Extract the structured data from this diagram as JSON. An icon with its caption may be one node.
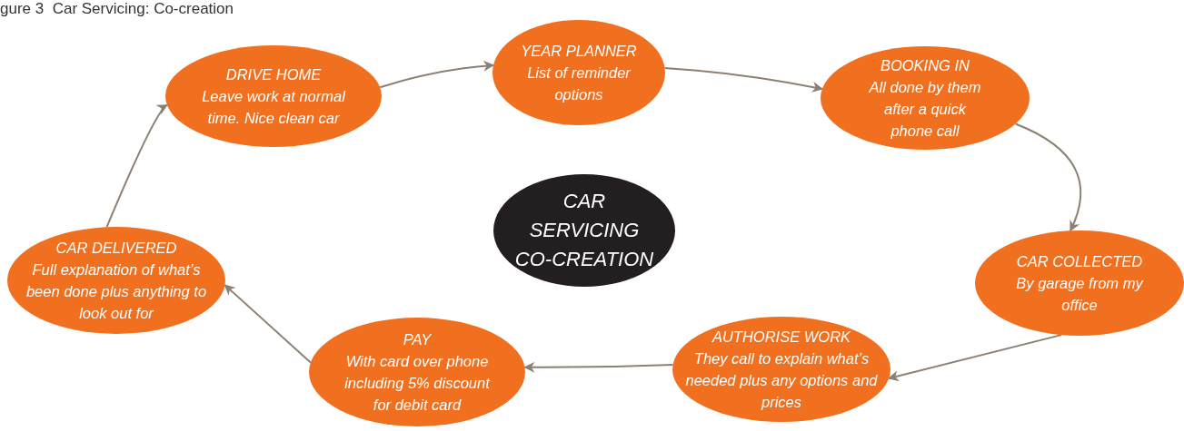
{
  "diagram": {
    "title": "gure 3  Car Servicing: Co-creation",
    "nodes": [
      {
        "text": [
          "YEAR PLANNER",
          "List of reminder options"
        ]
      },
      {
        "text": [
          "BOOKING IN",
          "All done by them after a quick phone call"
        ]
      },
      {
        "text": [
          "CAR COLLECTED",
          "By garage from my office"
        ]
      },
      {
        "text": [
          "AUTHORISE WORK",
          "They call to explain what’s needed plus any options and prices"
        ]
      },
      {
        "text": [
          "PAY",
          "With card over phone including 5% discount for debit card"
        ]
      },
      {
        "text": [
          "CAR DELIVERED",
          "Full explanation of what’s been done plus anything to look out for"
        ]
      },
      {
        "text": [
          "DRIVE HOME",
          "Leave work at normal time. Nice clean car"
        ]
      },
      {
        "text": [
          "CAR SERVICING CO-CREATION"
        ]
      }
    ],
    "edges": [
      {
        "from": 6,
        "to": 0,
        "arrow": "to"
      },
      {
        "from": 0,
        "to": 1,
        "arrow": "to"
      },
      {
        "from": 1,
        "to": 2,
        "arrow": "to"
      },
      {
        "from": 2,
        "to": 3,
        "arrow": "to"
      },
      {
        "from": 3,
        "to": 4,
        "arrow": "to"
      },
      {
        "from": 4,
        "to": 5,
        "arrow": "to"
      },
      {
        "from": 5,
        "to": 6,
        "arrow": "to"
      }
    ]
  }
}
